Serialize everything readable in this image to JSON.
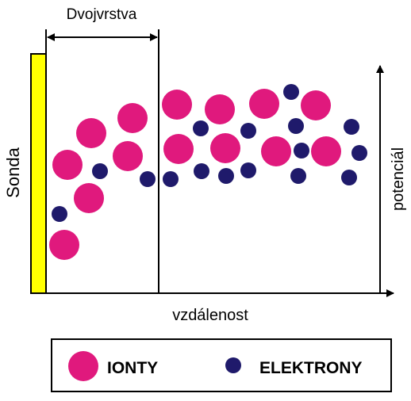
{
  "labels": {
    "probe": "Sonda",
    "double_layer": "Dvojvrstva",
    "distance": "vzdálenost",
    "potential": "potenciál"
  },
  "legend": {
    "ions": "IONTY",
    "electrons": "ELEKTRONY"
  },
  "colors": {
    "probe": "#ffff00",
    "ion": "#e0197d",
    "electron": "#1f1a6b",
    "line": "#000000"
  }
}
